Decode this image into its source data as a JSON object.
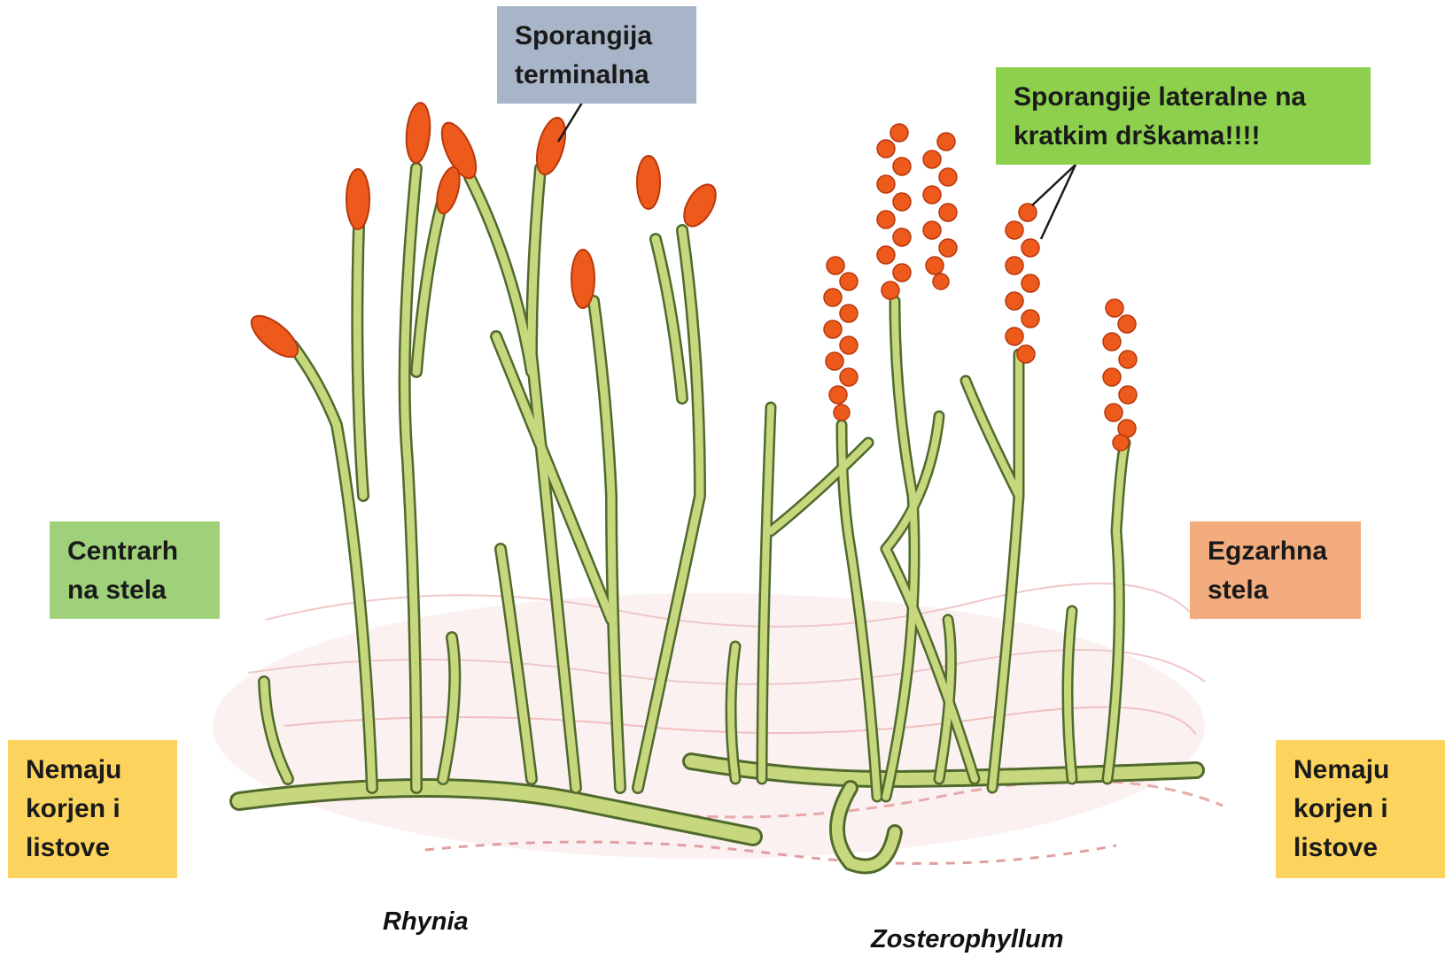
{
  "labels": {
    "sporangia_terminal": {
      "line1": "Sporangija",
      "line2": "terminalna",
      "color": "#a8b5c8"
    },
    "sporangia_lateral": {
      "line1": "Sporangije lateralne na",
      "line2": "kratkim drškama!!!!",
      "color": "#8dd04d"
    },
    "centrarch_stele": {
      "line1": "Centrarh",
      "line2": "na stela",
      "color": "#9fd17a"
    },
    "exarch_stele": {
      "line1": "Egzarhna",
      "line2": "stela",
      "color": "#f2ac7e"
    },
    "no_roots_left": {
      "line1": "Nemaju",
      "line2": "korjen i",
      "line3": "listove",
      "color": "#fcd35c"
    },
    "no_roots_right": {
      "line1": "Nemaju",
      "line2": "korjen i",
      "line3": "listove",
      "color": "#fcd35c"
    }
  },
  "captions": {
    "rhynia": "Rhynia",
    "zosterophyllum": "Zosterophyllum"
  },
  "colors": {
    "stem": "#b9c96a",
    "stem_edge": "#4f6a2c",
    "sporangium": "#ee5a1c",
    "ground": "#f3dede"
  }
}
